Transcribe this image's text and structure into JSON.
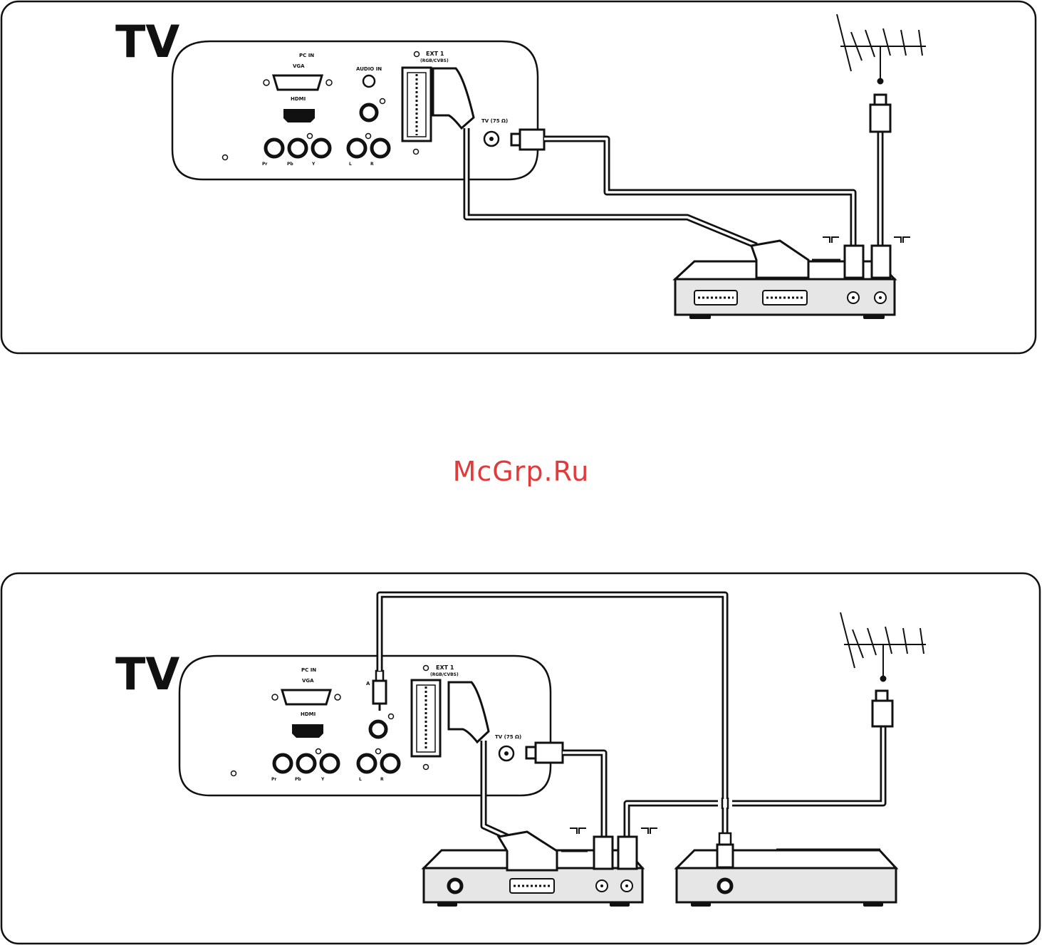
{
  "watermark": "McGrp.Ru",
  "colors": {
    "ink": "#111111",
    "device_fill": "#e6e6e6",
    "watermark": "#e03a3a"
  },
  "panel_top": {
    "tv_title": "TV",
    "labels": {
      "pc_in": "PC IN",
      "vga": "VGA",
      "hdmi": "HDMI",
      "audio_in": "AUDIO IN",
      "ext1": "EXT 1",
      "ext1_sub": "(RGB/CVBS)",
      "tv_ant": "TV (75 Ω)",
      "pr": "Pr",
      "pb": "Pb",
      "y": "Y",
      "l": "L",
      "r": "R"
    }
  },
  "panel_bottom": {
    "tv_title": "TV",
    "labels": {
      "pc_in": "PC IN",
      "vga": "VGA",
      "hdmi": "HDMI",
      "audio_in": "A        1",
      "ext1": "EXT 1",
      "ext1_sub": "(RGB/CVBS)",
      "tv_ant": "TV (75 Ω)",
      "pr": "Pr",
      "pb": "Pb",
      "y": "Y",
      "l": "L",
      "r": "R"
    }
  },
  "icons": [
    "antenna-icon",
    "scart-plug-icon",
    "coax-plug-icon",
    "rca-plug-icon",
    "antenna-symbol-icon"
  ]
}
